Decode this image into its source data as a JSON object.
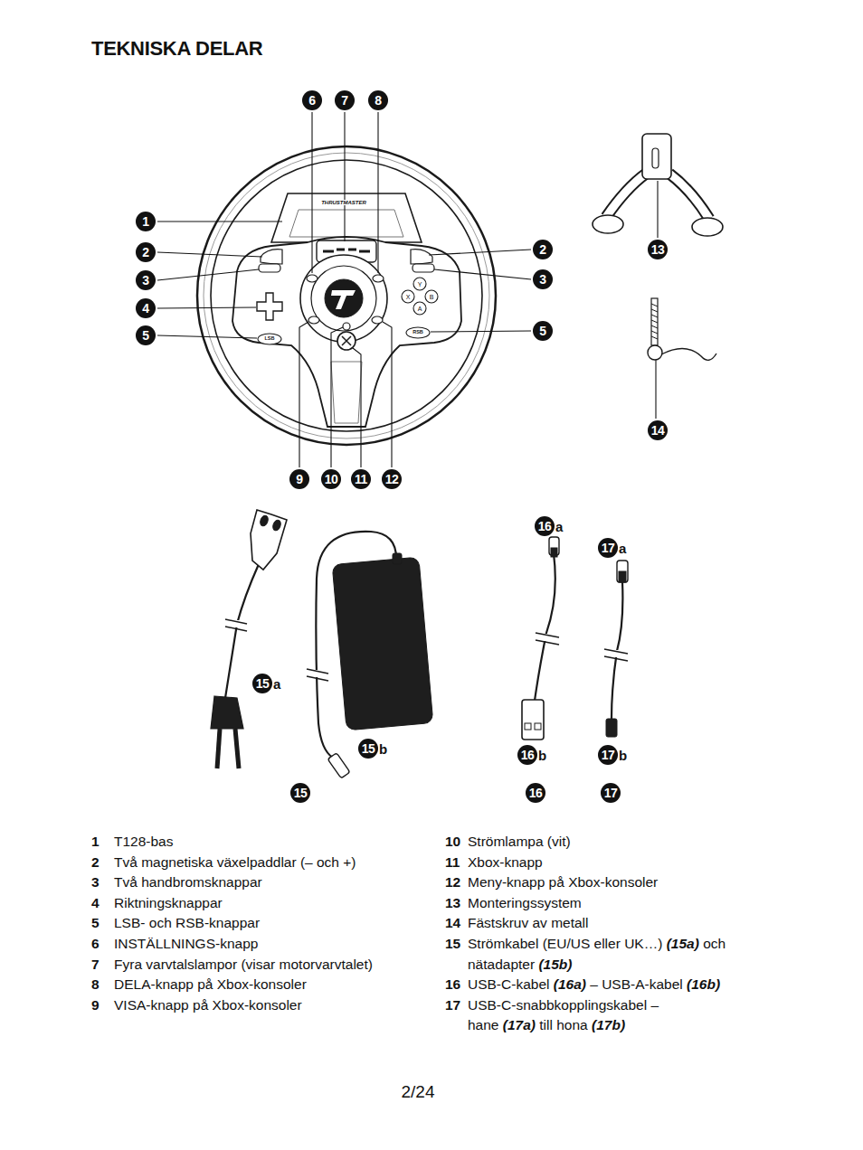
{
  "diagram": {
    "title": "TEKNISKA DELAR",
    "labels": [
      "6",
      "7",
      "8",
      "THRUSTMASTER",
      "1",
      "2",
      "2",
      "3",
      "3",
      "4",
      "Y",
      "X",
      "B",
      "A",
      "5",
      "LSB",
      "RSB",
      "5",
      "13",
      "14",
      "9",
      "10",
      "11",
      "12",
      "16a",
      "17a",
      "15a",
      "15b",
      "16b",
      "17b",
      "15",
      "16",
      "17",
      "1",
      "T128-bas",
      "2",
      "Två magnetiska växelpaddlar (– och +)",
      "3",
      "Två handbromsknappar",
      "4",
      "Riktningsknappar",
      "5",
      "LSB- och RSB-knappar",
      "6",
      "INSTÄLLNINGS-knapp",
      "7",
      "Fyra varvtalslampor (visar motorvarvtalet)",
      "8",
      "DELA-knapp på Xbox-konsoler",
      "9",
      "VISA-knapp på Xbox-konsoler",
      "10",
      "Strömlampa (vit)",
      "11",
      "Xbox-knapp",
      "12",
      "Meny-knapp på Xbox-konsoler",
      "13",
      "Monteringssystem",
      "14",
      "Fästskruv av metall",
      "15",
      "Strömkabel (EU/US eller UK…) (15a) och nätadapter (15b)",
      "16",
      "USB-C-kabel (16a) – USB-A-kabel (16b)",
      "17",
      "USB-C-snabbkopplingskabel – hane (17a) till hona (17b)",
      "2/24"
    ]
  }
}
